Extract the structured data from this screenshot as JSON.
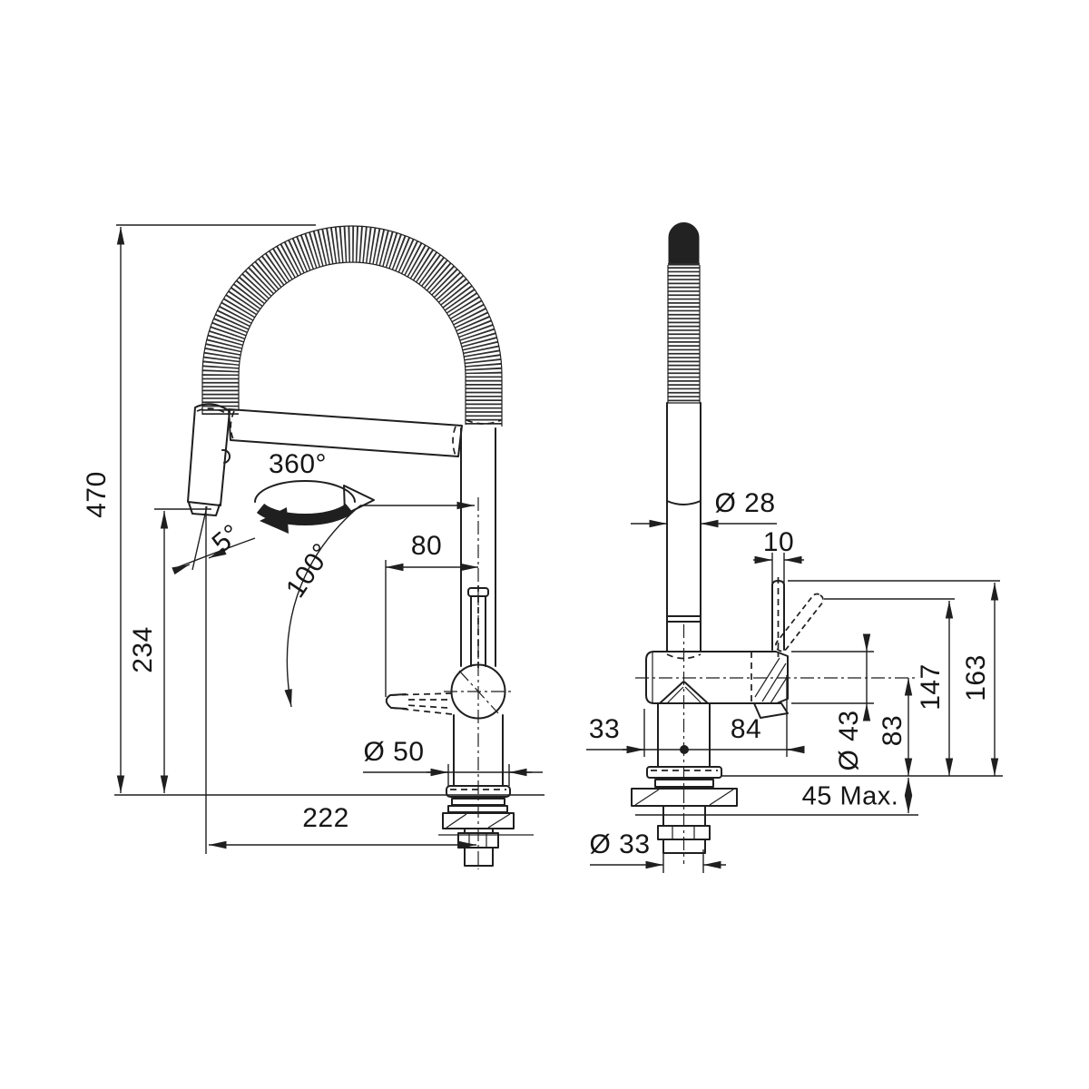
{
  "page": {
    "background": "#ffffff",
    "line_color": "#1f1f1f"
  },
  "drawing": {
    "left_view": {
      "dimensions": {
        "total_height": "470",
        "outlet_height": "234",
        "spout_reach": "222",
        "lever_reach": "80",
        "base_diameter": "Ø 50"
      },
      "annotations": {
        "swivel_range": "360°",
        "spray_angle": "5°",
        "lever_swing": "100°"
      }
    },
    "right_view": {
      "dimensions": {
        "column_diameter": "Ø 28",
        "handle_width": "10",
        "center_to_back": "33",
        "center_to_handle": "84",
        "body_diameter": "Ø 43",
        "body_center_height": "83",
        "handle_tilted_height": "147",
        "handle_top_height": "163",
        "max_counter_thickness": "45 Max.",
        "shank_diameter": "Ø 33"
      }
    }
  }
}
